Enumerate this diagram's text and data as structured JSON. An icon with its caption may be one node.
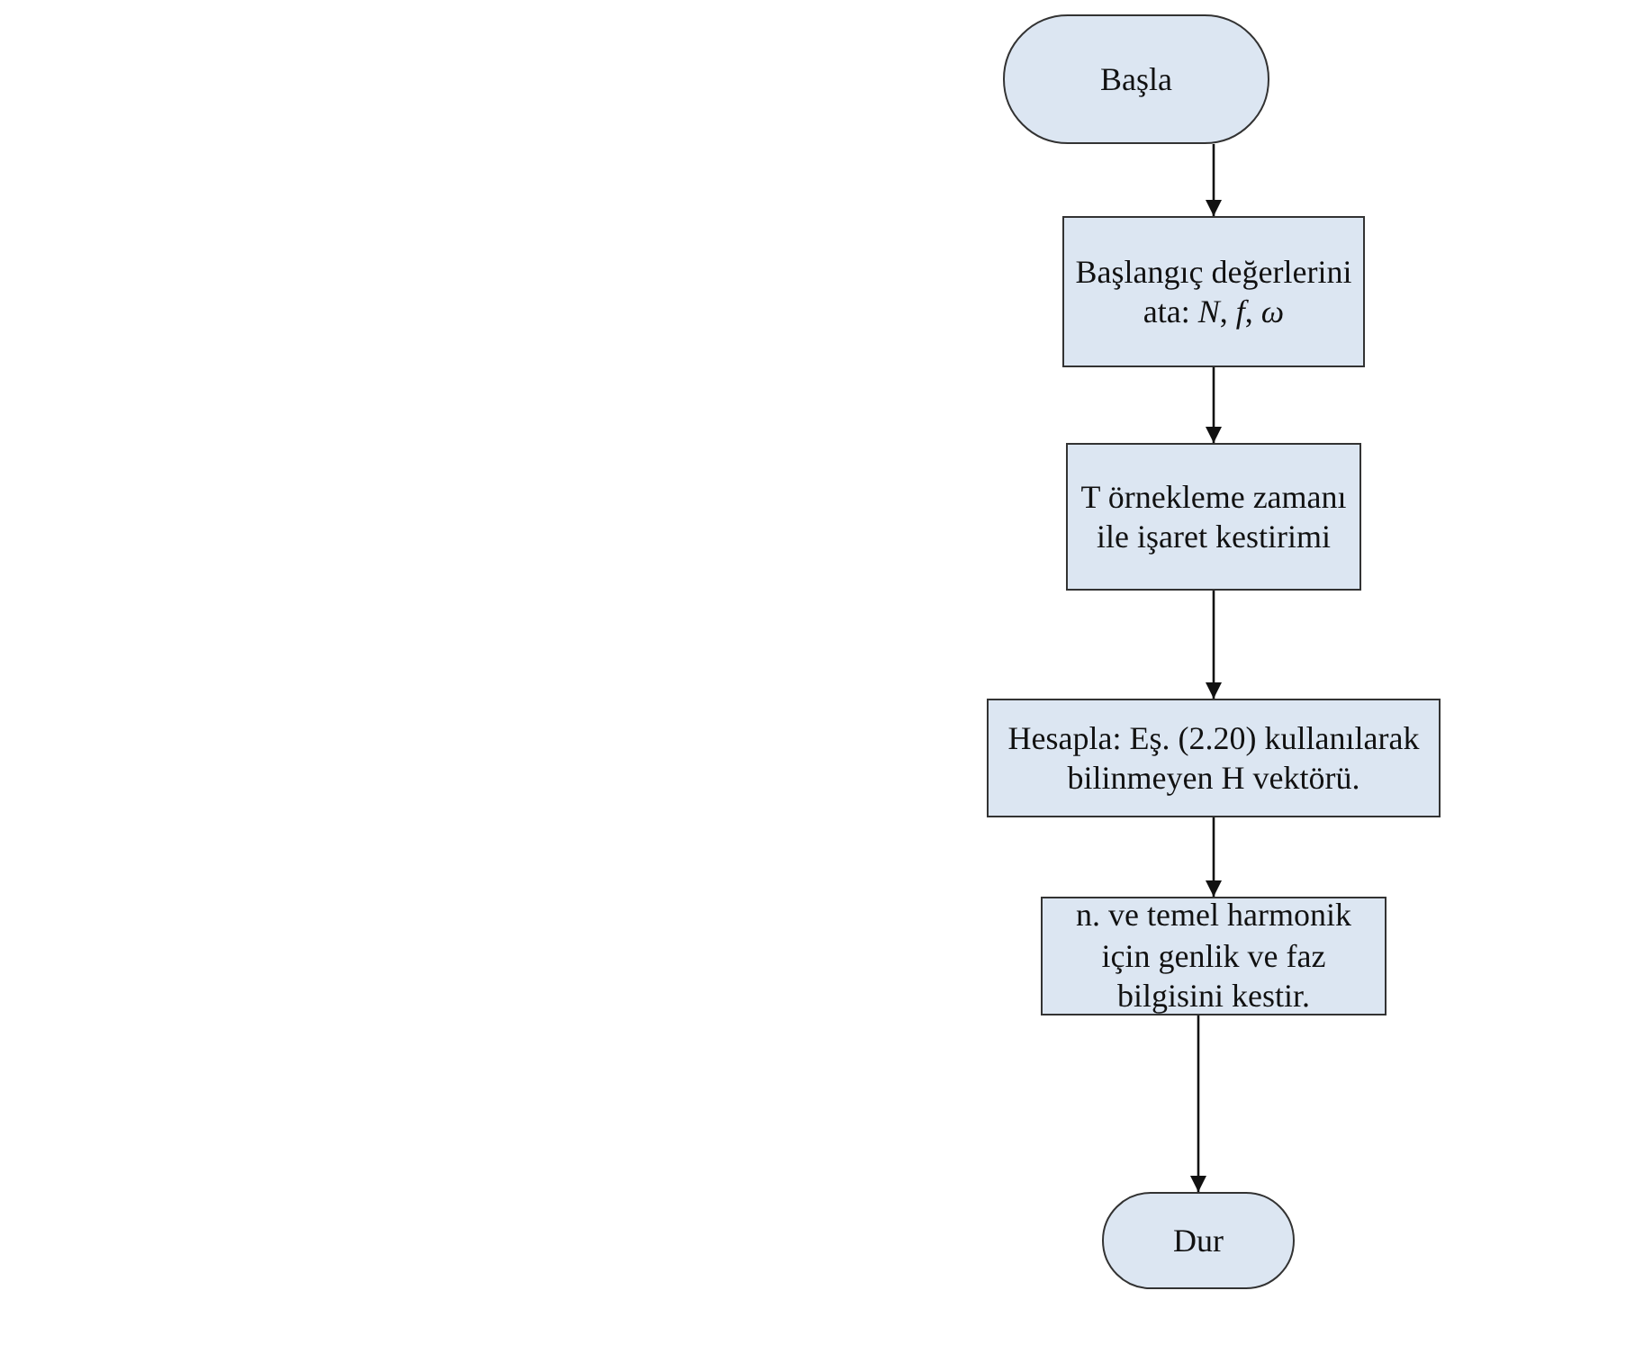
{
  "diagram": {
    "nodes": [
      {
        "text": [
          "Başla"
        ]
      },
      {
        "text": [
          "Başlangıç değerlerini ata: *N*, *f*, *ω*"
        ]
      },
      {
        "text": [
          "T örnekleme zamanı ile işaret kestirimi"
        ]
      },
      {
        "text": [
          "Hesapla: Eş. (2.20) kullanılarak bilinmeyen H vektörü."
        ]
      },
      {
        "text": [
          "n. ve temel harmonik için genlik ve faz bilgisini kestir."
        ]
      },
      {
        "text": [
          "Dur"
        ]
      }
    ],
    "edges": [
      {
        "from": 0,
        "to": 1,
        "arrow": "to"
      },
      {
        "from": 1,
        "to": 2,
        "arrow": "to"
      },
      {
        "from": 2,
        "to": 3,
        "arrow": "to"
      },
      {
        "from": 3,
        "to": 4,
        "arrow": "to"
      },
      {
        "from": 4,
        "to": 5,
        "arrow": "to"
      }
    ]
  }
}
